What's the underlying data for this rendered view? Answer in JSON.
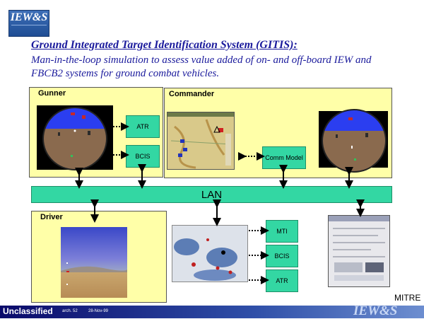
{
  "logo": {
    "text": "IEW&S"
  },
  "header": {
    "title": "Ground Integrated Target Identification System (GITIS):",
    "subtitle": "Man-in-the-loop simulation to assess value added of on- and off-board IEW and FBCB2 systems for ground combat vehicles."
  },
  "panels": {
    "gunner": "Gunner",
    "commander": "Commander",
    "driver": "Driver"
  },
  "boxes": {
    "gunner_atr": "ATR",
    "gunner_bcis": "BCIS",
    "comm_model": "Comm Model",
    "mti": "MTI",
    "bcis": "BCIS",
    "atr": "ATR"
  },
  "lan": "LAN",
  "org": "MITRE",
  "footer": {
    "classification": "Unclassified",
    "meta": "arch. 52",
    "date": "28-Nov-99",
    "logo": "IEW&S"
  },
  "colors": {
    "panel": "#ffffa8",
    "box": "#33d7a3",
    "title": "#1a1a9c",
    "footer": "#0a0a6a"
  }
}
